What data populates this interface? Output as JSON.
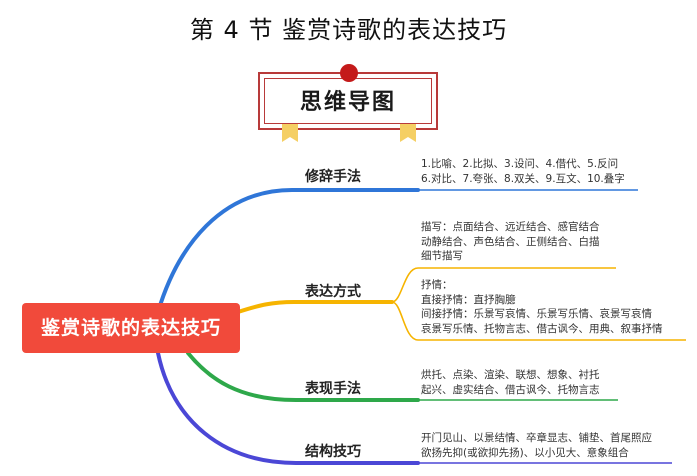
{
  "title": "第 4 节  鉴赏诗歌的表达技巧",
  "badge": {
    "text": "思维导图"
  },
  "central": {
    "label": "鉴赏诗歌的表达技巧"
  },
  "branches": [
    {
      "label": "修辞手法",
      "color": "#2f76d8",
      "details": [
        "1.比喻、2.比拟、3.设问、4.借代、5.反问",
        "6.对比、7.夸张、8.双关、9.互文、10.叠字"
      ]
    },
    {
      "label": "表达方式",
      "color": "#f6b400",
      "sub": [
        {
          "lines": [
            "描写：点面结合、远近结合、感官结合",
            "动静结合、声色结合、正侧结合、白描",
            "细节描写"
          ]
        },
        {
          "lines": [
            "抒情：",
            "直接抒情：直抒胸臆",
            "间接抒情：乐景写哀情、乐景写乐情、哀景写哀情",
            "哀景写乐情、托物言志、借古讽今、用典、叙事抒情"
          ]
        }
      ]
    },
    {
      "label": "表现手法",
      "color": "#2ea84a",
      "details": [
        "烘托、点染、渲染、联想、想象、衬托",
        "起兴、虚实结合、借古讽今、托物言志"
      ]
    },
    {
      "label": "结构技巧",
      "color": "#4b47d6",
      "details": [
        "开门见山、以景结情、卒章显志、铺垫、首尾照应",
        "欲扬先抑(或欲抑先扬)、以小见大、意象组合"
      ]
    }
  ]
}
